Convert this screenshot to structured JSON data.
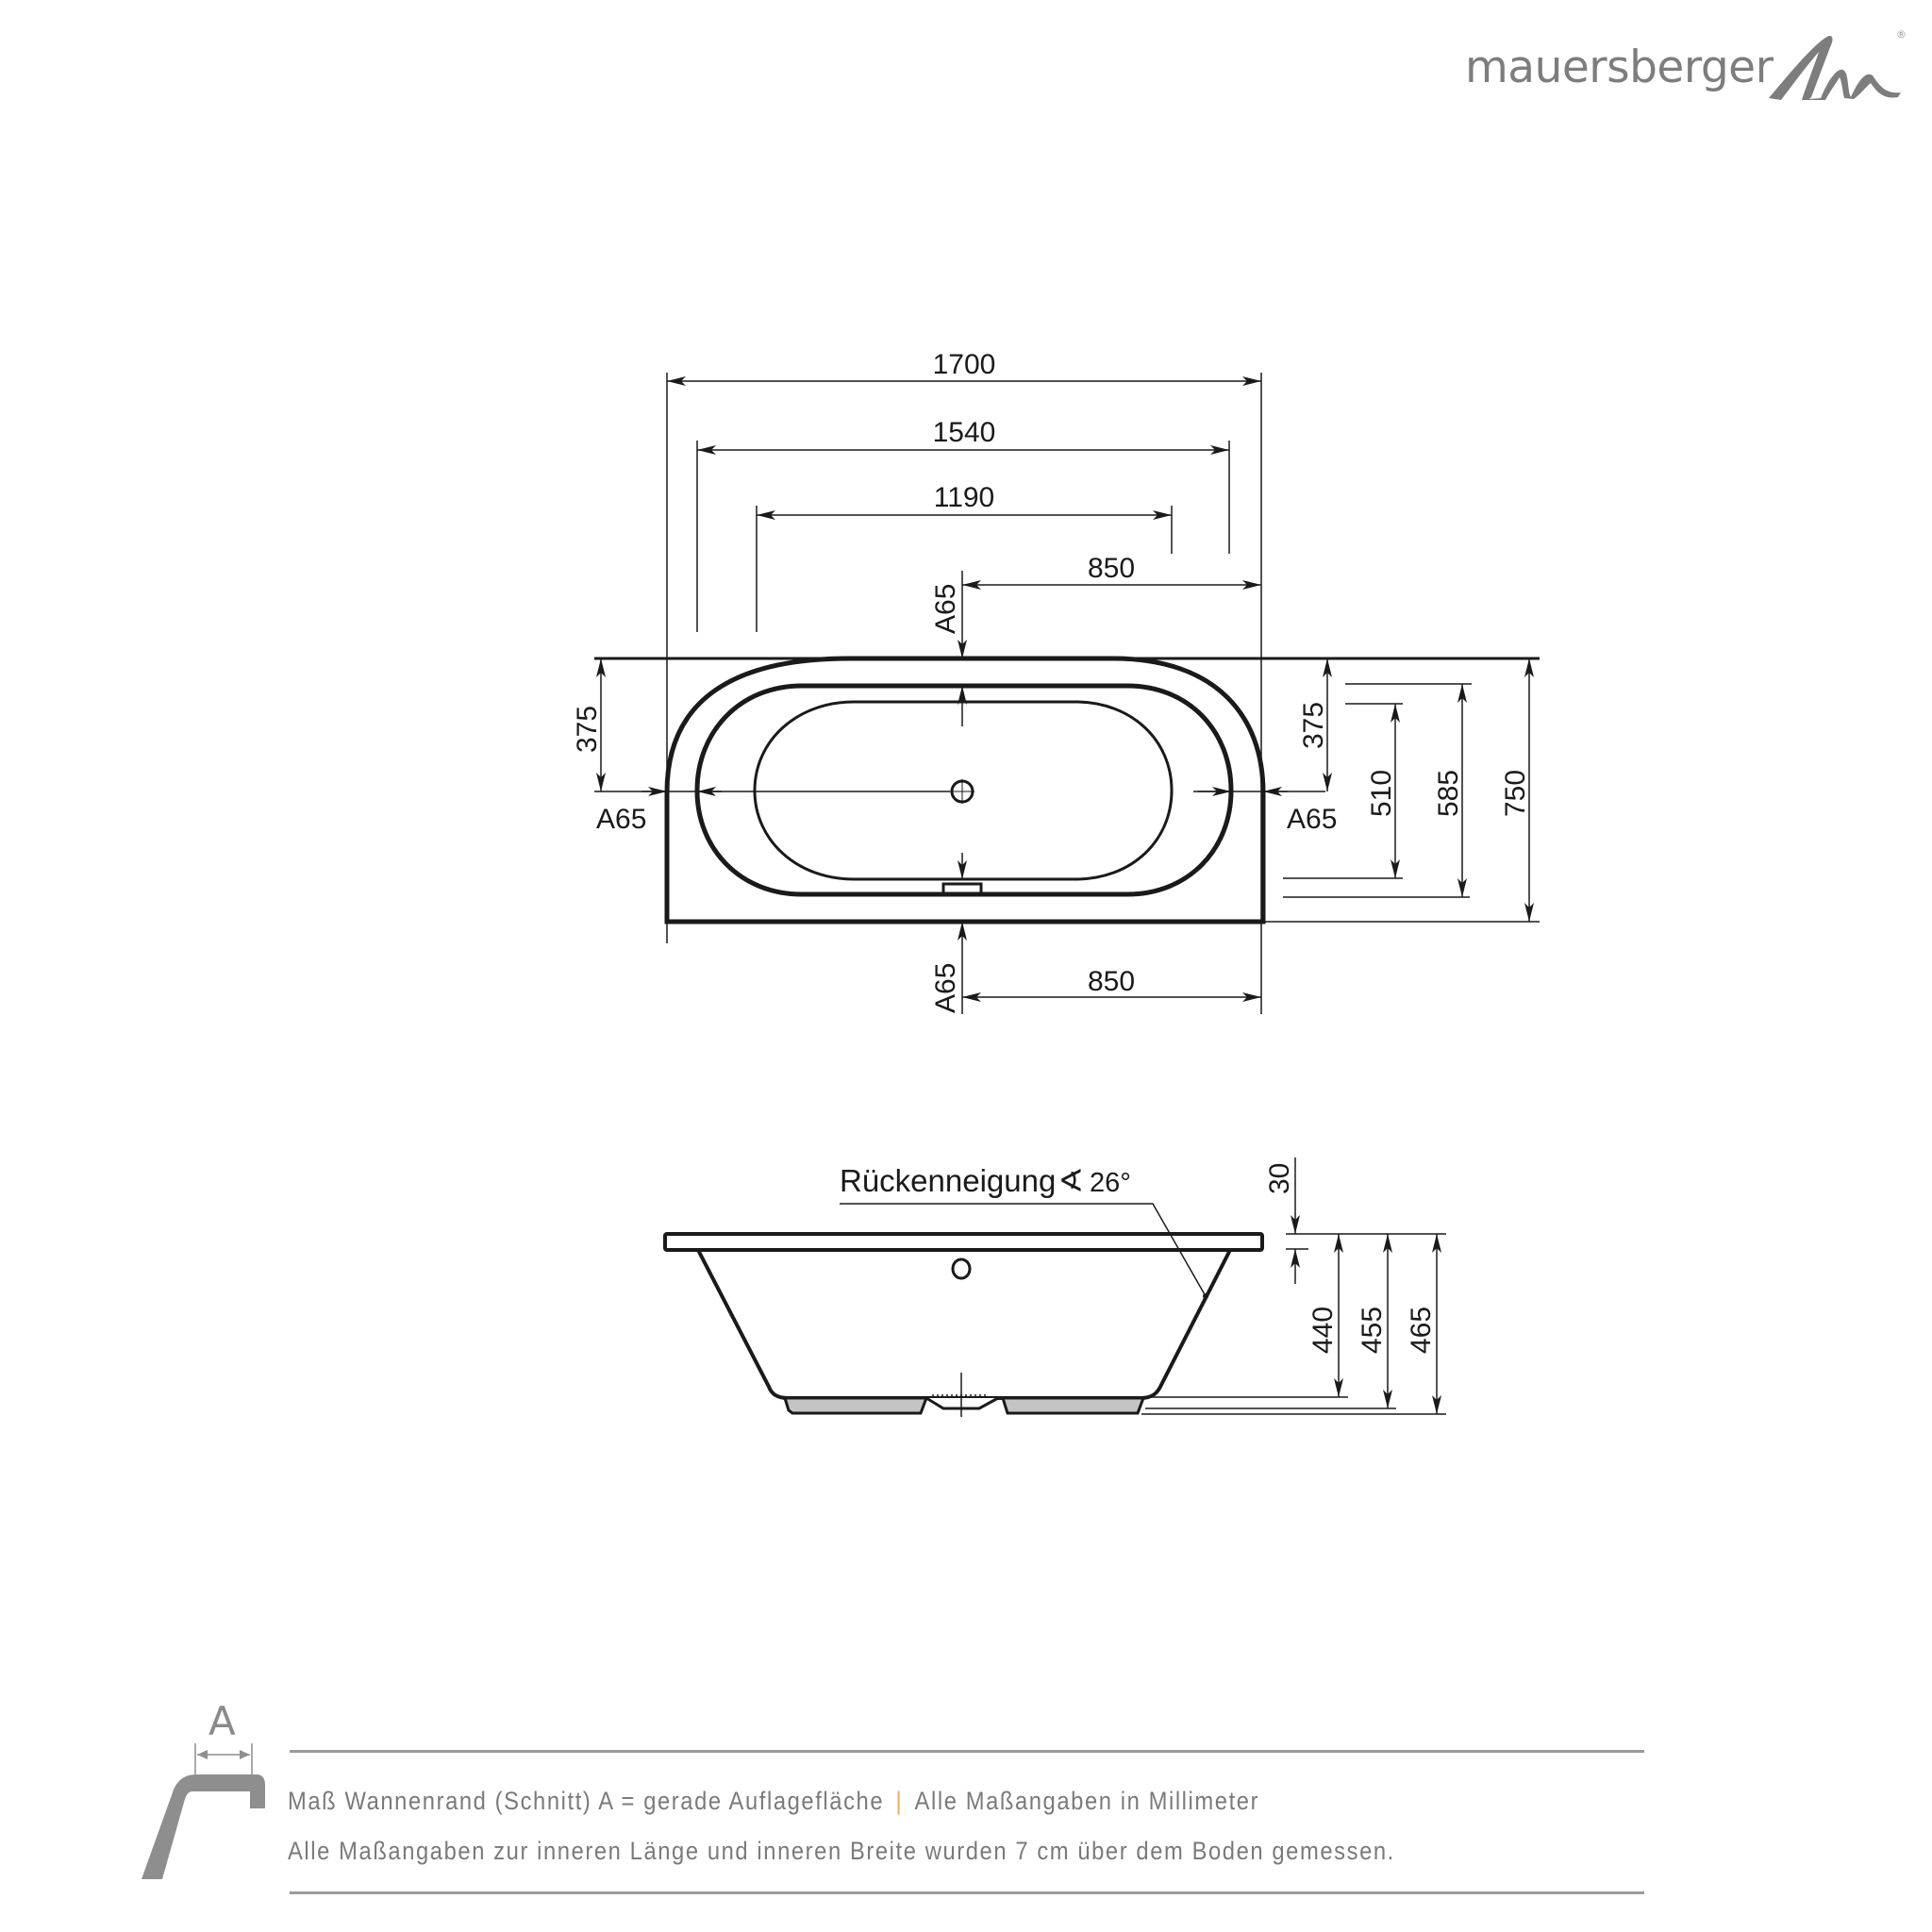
{
  "brand": {
    "name": "mauersberger",
    "registered_mark": "®",
    "color": "#7d7d7d"
  },
  "top_view": {
    "width_dims": {
      "overall_length": "1700",
      "inner_length_rim": "1540",
      "inner_length_floor": "1190",
      "drain_offset_top": "850",
      "drain_offset_bottom": "850"
    },
    "height_dims": {
      "left_center_offset": "375",
      "right_center_offset": "375",
      "inner_width_floor": "510",
      "inner_width_rim": "585",
      "overall_width": "750"
    },
    "rim_labels": {
      "top": "A65",
      "bottom": "A65",
      "left": "A65",
      "right": "A65"
    }
  },
  "side_view": {
    "backrest_label": "Rückenneigung",
    "angle_symbol": "∢",
    "backrest_angle": "26°",
    "rim_thickness": "30",
    "height_dims": [
      "440",
      "455",
      "465"
    ]
  },
  "footer": {
    "profile_label": "A",
    "line1_part1": "Maß Wannenrand (Schnitt) A = gerade Auflagefläche",
    "separator": "|",
    "line1_part2": "Alle Maßangaben in Millimeter",
    "line2": "Alle Maßangaben zur inneren Länge und inneren Breite wurden 7 cm über dem Boden gemessen.",
    "separator_color": "#f0a860",
    "text_color": "#7a7a7a"
  }
}
